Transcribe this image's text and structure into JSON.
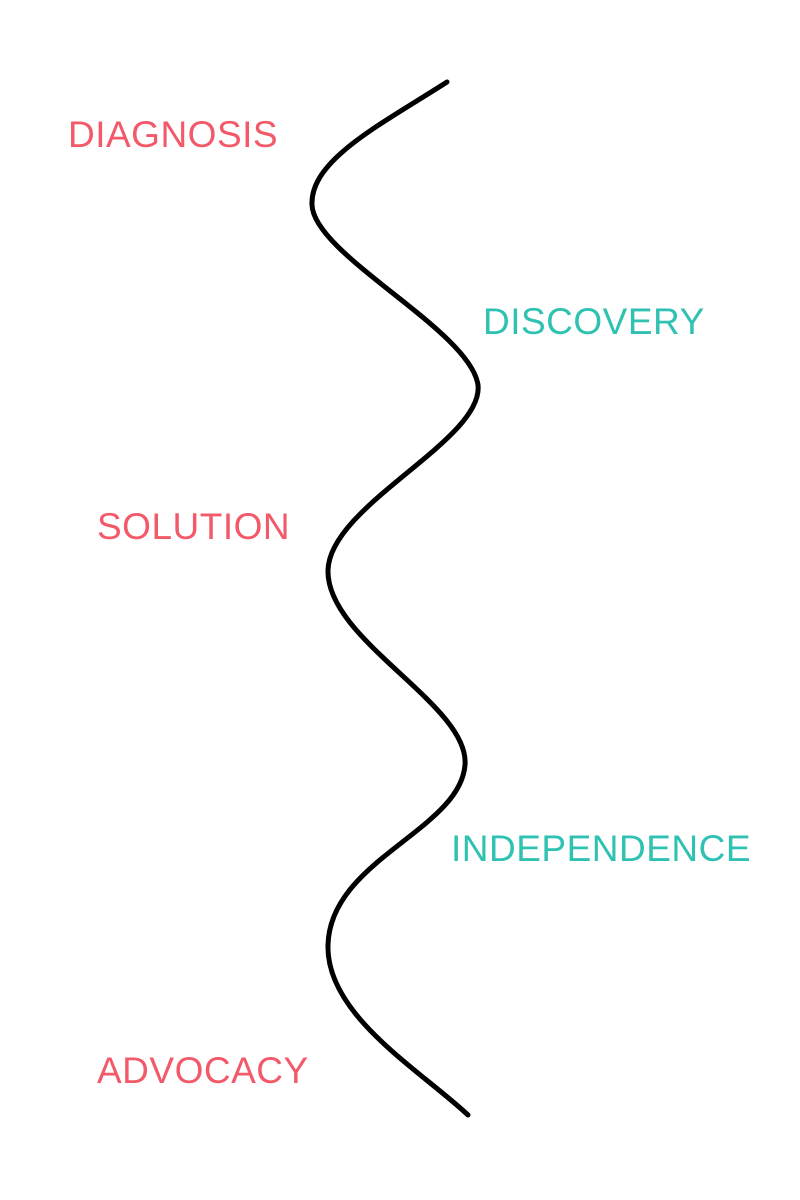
{
  "diagram": {
    "stages": [
      {
        "label": "DIAGNOSIS",
        "color": "#f25a6a"
      },
      {
        "label": "DISCOVERY",
        "color": "#2fc2b2"
      },
      {
        "label": "SOLUTION",
        "color": "#f25a6a"
      },
      {
        "label": "INDEPENDENCE",
        "color": "#2fc2b2"
      },
      {
        "label": "ADVOCACY",
        "color": "#f25a6a"
      }
    ],
    "path_color": "#000000"
  }
}
